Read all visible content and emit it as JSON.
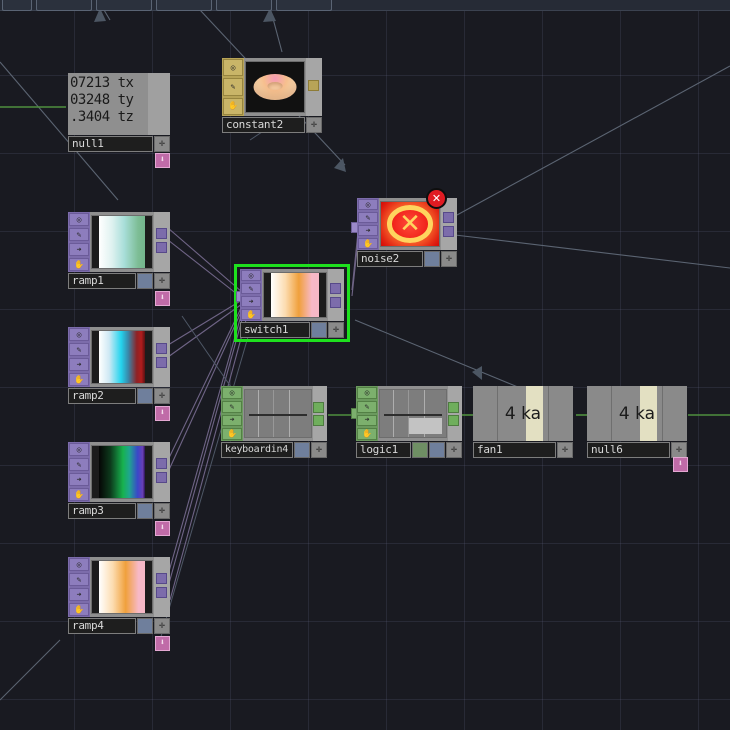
{
  "app": {
    "background_color": "#191a21",
    "grid_color": "#787ca0",
    "selection_color": "#1ee01e",
    "wire_color": "#6f6486",
    "chan_wire_color": "#4f8f3f",
    "error_color": "#e01b22"
  },
  "toolbar": {
    "tabs": [
      {
        "name": "tab-1",
        "label": ""
      },
      {
        "name": "tab-2",
        "label": ""
      },
      {
        "name": "tab-3",
        "label": ""
      },
      {
        "name": "tab-4",
        "label": ""
      },
      {
        "name": "tab-5",
        "label": ""
      },
      {
        "name": "tab-6",
        "label": ""
      }
    ]
  },
  "flag_icons": {
    "display": "◎",
    "template": "✎",
    "bypass": "➜",
    "lock": "✋"
  },
  "badges": {
    "add": "✛",
    "render": "✛",
    "down": "⬇",
    "error": "✕"
  },
  "nodes": [
    {
      "id": "null1",
      "name": "null1",
      "type": "parameter-null",
      "color_family": "purple",
      "selected": false,
      "error": false,
      "parameters": [
        {
          "value": "07213",
          "label": "tx"
        },
        {
          "value": "03248",
          "label": "ty"
        },
        {
          "value": ".3404",
          "label": "tz"
        }
      ],
      "buttons": [
        "add"
      ],
      "bottom_flag": "down"
    },
    {
      "id": "constant2",
      "name": "constant2",
      "type": "constant",
      "color_family": "yellow",
      "selected": false,
      "error": false,
      "thumbnail": "torus-geometry",
      "buttons": [
        "add"
      ],
      "bottom_flag": null
    },
    {
      "id": "noise2",
      "name": "noise2",
      "type": "noise",
      "color_family": "purple",
      "selected": false,
      "error": true,
      "thumbnail": "error-red",
      "buttons": [
        "render",
        "add"
      ],
      "bottom_flag": null
    },
    {
      "id": "switch1",
      "name": "switch1",
      "type": "switch",
      "color_family": "purple",
      "selected": true,
      "error": false,
      "thumbnail": "gradient-white-orange-pink",
      "buttons": [
        "render",
        "add"
      ],
      "bottom_flag": null
    },
    {
      "id": "ramp1",
      "name": "ramp1",
      "type": "ramp",
      "color_family": "purple",
      "selected": false,
      "error": false,
      "thumbnail": "gradient-white-cyan-green",
      "buttons": [
        "render",
        "add"
      ],
      "bottom_flag": "down"
    },
    {
      "id": "ramp2",
      "name": "ramp2",
      "type": "ramp",
      "color_family": "purple",
      "selected": false,
      "error": false,
      "thumbnail": "gradient-white-cyan-darkred",
      "buttons": [
        "render",
        "add"
      ],
      "bottom_flag": "down"
    },
    {
      "id": "ramp3",
      "name": "ramp3",
      "type": "ramp",
      "color_family": "purple",
      "selected": false,
      "error": false,
      "thumbnail": "gradient-black-green-purple",
      "buttons": [
        "render",
        "add"
      ],
      "bottom_flag": "down"
    },
    {
      "id": "ramp4",
      "name": "ramp4",
      "type": "ramp",
      "color_family": "purple",
      "selected": false,
      "error": false,
      "thumbnail": "gradient-white-orange-pink",
      "buttons": [
        "render",
        "add"
      ],
      "bottom_flag": "down"
    },
    {
      "id": "keyboardin4",
      "name": "keyboardin4",
      "type": "keyboard-in",
      "color_family": "green",
      "selected": false,
      "error": false,
      "thumbnail": "channel-graph",
      "buttons": [
        "render",
        "add"
      ],
      "bottom_flag": null
    },
    {
      "id": "logic1",
      "name": "logic1",
      "type": "logic",
      "color_family": "green",
      "selected": false,
      "error": false,
      "thumbnail": "channel-graph-block",
      "buttons": [
        "display",
        "render",
        "add"
      ],
      "bottom_flag": null
    },
    {
      "id": "fan1",
      "name": "fan1",
      "type": "fan",
      "color_family": "plain",
      "selected": false,
      "error": false,
      "thumbnail_text": "4 ka",
      "buttons": [
        "add"
      ],
      "bottom_flag": null
    },
    {
      "id": "null6",
      "name": "null6",
      "type": "null",
      "color_family": "plain",
      "selected": false,
      "error": false,
      "thumbnail_text": "4 ka",
      "buttons": [
        "add"
      ],
      "bottom_flag": "down"
    }
  ]
}
